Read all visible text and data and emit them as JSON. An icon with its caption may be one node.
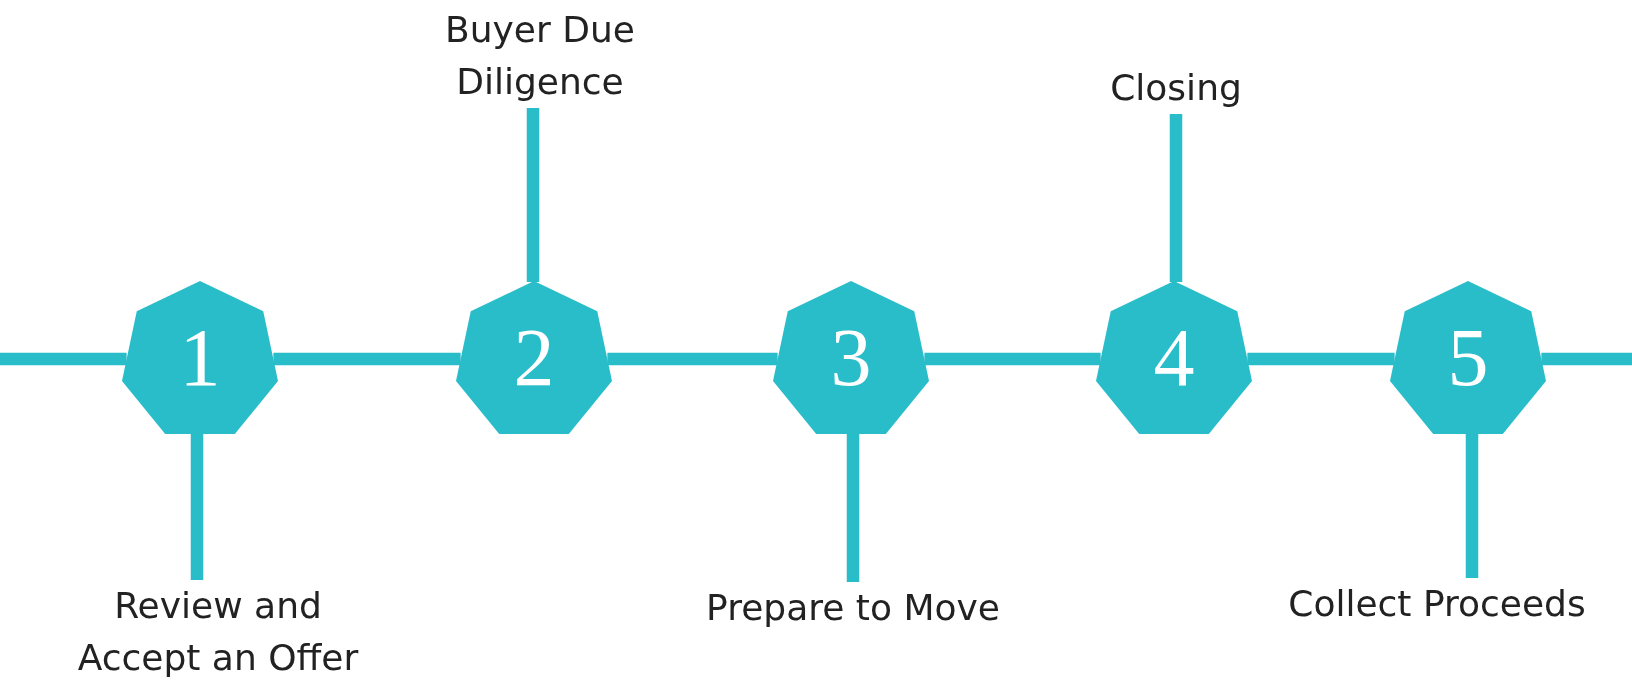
{
  "diagram": {
    "nodes": [
      {
        "text": [
          "1"
        ]
      },
      {
        "text": [
          "2"
        ]
      },
      {
        "text": [
          "3"
        ]
      },
      {
        "text": [
          "4"
        ]
      },
      {
        "text": [
          "5"
        ]
      },
      {
        "text": [
          "Review and Accept an Offer"
        ]
      },
      {
        "text": [
          "Buyer Due Diligence"
        ]
      },
      {
        "text": [
          "Prepare to Move"
        ]
      },
      {
        "text": [
          "Closing"
        ]
      },
      {
        "text": [
          "Collect Proceeds"
        ]
      }
    ],
    "edges": [
      {
        "from": null,
        "to": 0,
        "arrow": "none"
      },
      {
        "from": 0,
        "to": 1,
        "arrow": "none"
      },
      {
        "from": 1,
        "to": 2,
        "arrow": "none"
      },
      {
        "from": 2,
        "to": 3,
        "arrow": "none"
      },
      {
        "from": 3,
        "to": 4,
        "arrow": "none"
      },
      {
        "from": 4,
        "to": null,
        "arrow": "none"
      },
      {
        "from": 0,
        "to": 5,
        "arrow": "none"
      },
      {
        "from": 1,
        "to": 6,
        "arrow": "none"
      },
      {
        "from": 2,
        "to": 7,
        "arrow": "none"
      },
      {
        "from": 3,
        "to": 8,
        "arrow": "none"
      },
      {
        "from": 4,
        "to": 9,
        "arrow": "none"
      }
    ]
  }
}
